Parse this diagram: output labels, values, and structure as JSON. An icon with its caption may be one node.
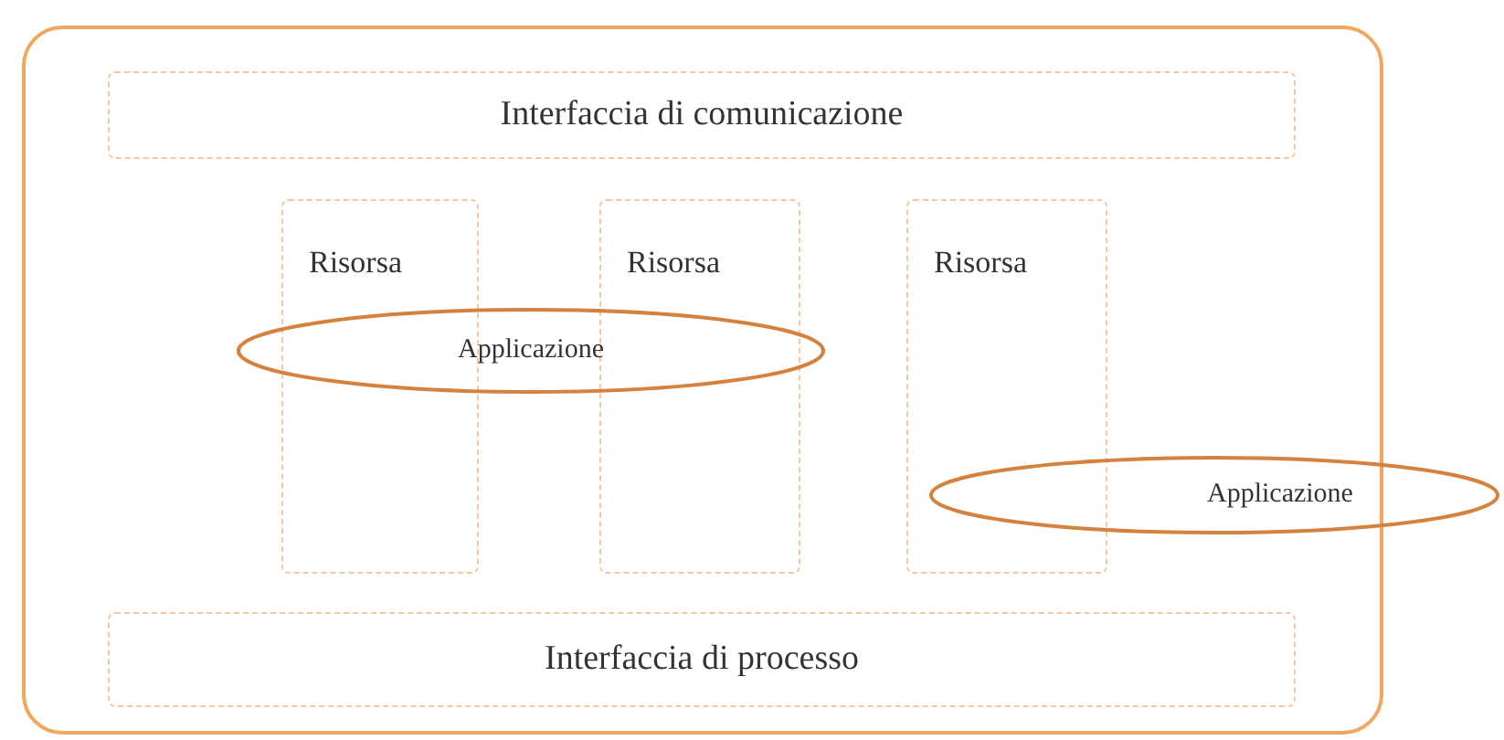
{
  "diagram": {
    "nodes": [
      {
        "text": [],
        "shape": "box"
      },
      {
        "text": [
          "Interfaccia di comunicazione"
        ],
        "in": 0
      },
      {
        "text": [
          "Risorsa"
        ],
        "in": 0
      },
      {
        "text": [
          "Risorsa"
        ],
        "in": 0
      },
      {
        "text": [
          "Risorsa"
        ],
        "in": 0
      },
      {
        "text": [
          "Applicazione"
        ],
        "in": 0
      },
      {
        "text": [
          "Applicazione"
        ]
      },
      {
        "text": [
          "Interfaccia di processo"
        ],
        "in": 0
      }
    ],
    "edges": []
  }
}
